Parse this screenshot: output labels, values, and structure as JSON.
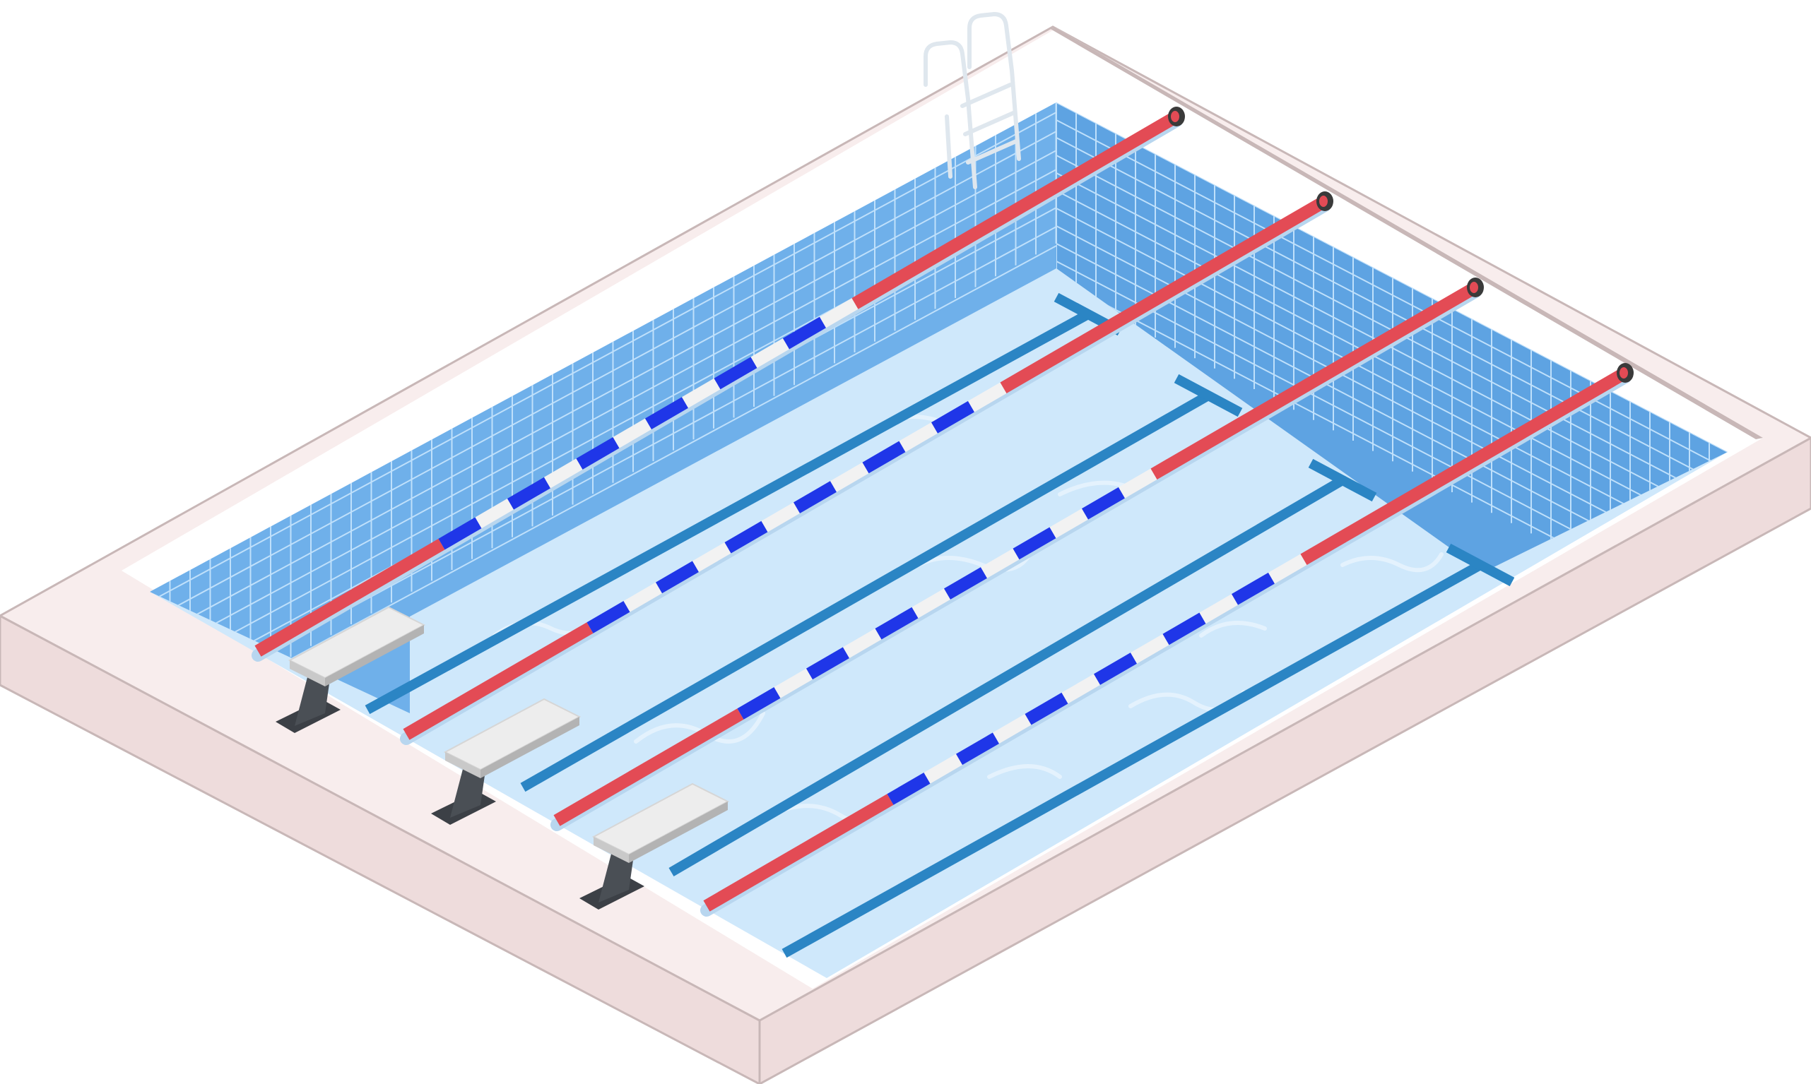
{
  "scene": {
    "subject": "swimming-pool-isometric",
    "lane_rope_count": 4,
    "starting_block_count": 3,
    "lane_line_count": 4,
    "has_ladder": true
  },
  "colors": {
    "background": "#ffffff",
    "deck_top": "#f8eded",
    "deck_side": "#eedcdc",
    "deck_outline": "#c8b7b7",
    "coping": "#ffffff",
    "water": "#cfe8fb",
    "water_light": "#e4f2fd",
    "wall_far": "#6fb0ea",
    "wall_side": "#5ea3e2",
    "tile_grid": "#bfe0fb",
    "lane_line": "#2b85c4",
    "rope_red": "#e34b55",
    "rope_white": "#f2f2f2",
    "rope_blue": "#1f36e8",
    "rope_cap": "#3a3a3a",
    "block_top": "#ededed",
    "block_side": "#c9c9c9",
    "block_stand": "#4a4f55",
    "ladder": "#dfe7ee"
  }
}
